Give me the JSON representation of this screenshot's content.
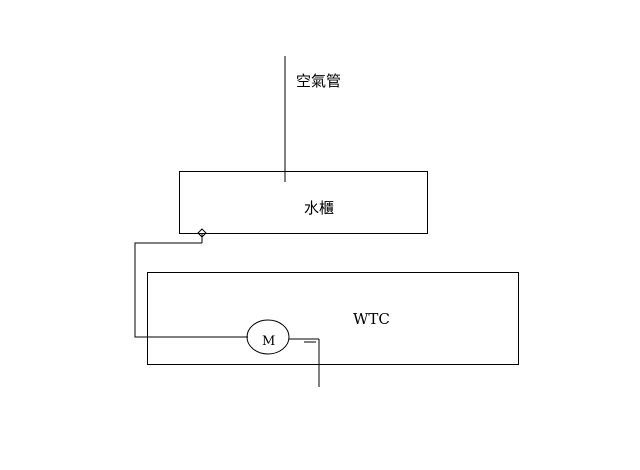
{
  "labels": {
    "air_pipe": "空氣管",
    "water_tank": "水櫃",
    "wtc": "WTC",
    "motor": "M"
  }
}
